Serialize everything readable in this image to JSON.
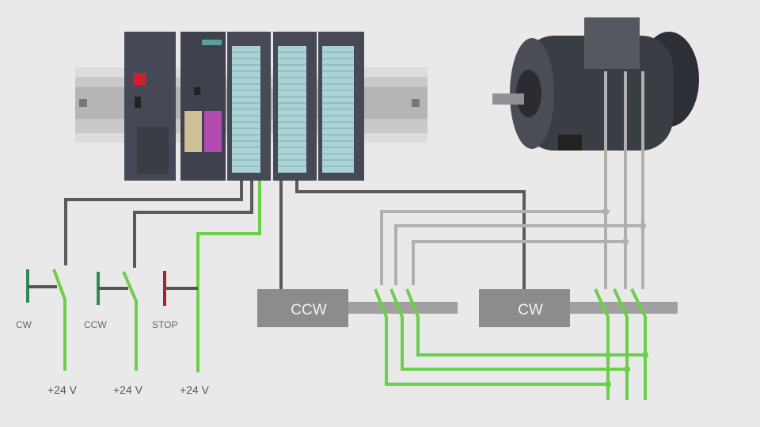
{
  "title": "PLC motor forward/reverse wiring diagram",
  "colors": {
    "background": "#e9e9e9",
    "wire_gray": "#5a5a5a",
    "wire_light": "#b0b0b0",
    "wire_green": "#6ccf4a",
    "start_button": "#2e8b57",
    "stop_button": "#a3232f",
    "contactor": "#8c8c8c",
    "plc": "#4a4d5a"
  },
  "switches": [
    {
      "label": "CW",
      "supply": "+24 V"
    },
    {
      "label": "CCW",
      "supply": "+24 V"
    },
    {
      "label": "STOP",
      "supply": "+24 V"
    }
  ],
  "contactors": [
    {
      "label": "CCW"
    },
    {
      "label": "CW"
    }
  ]
}
